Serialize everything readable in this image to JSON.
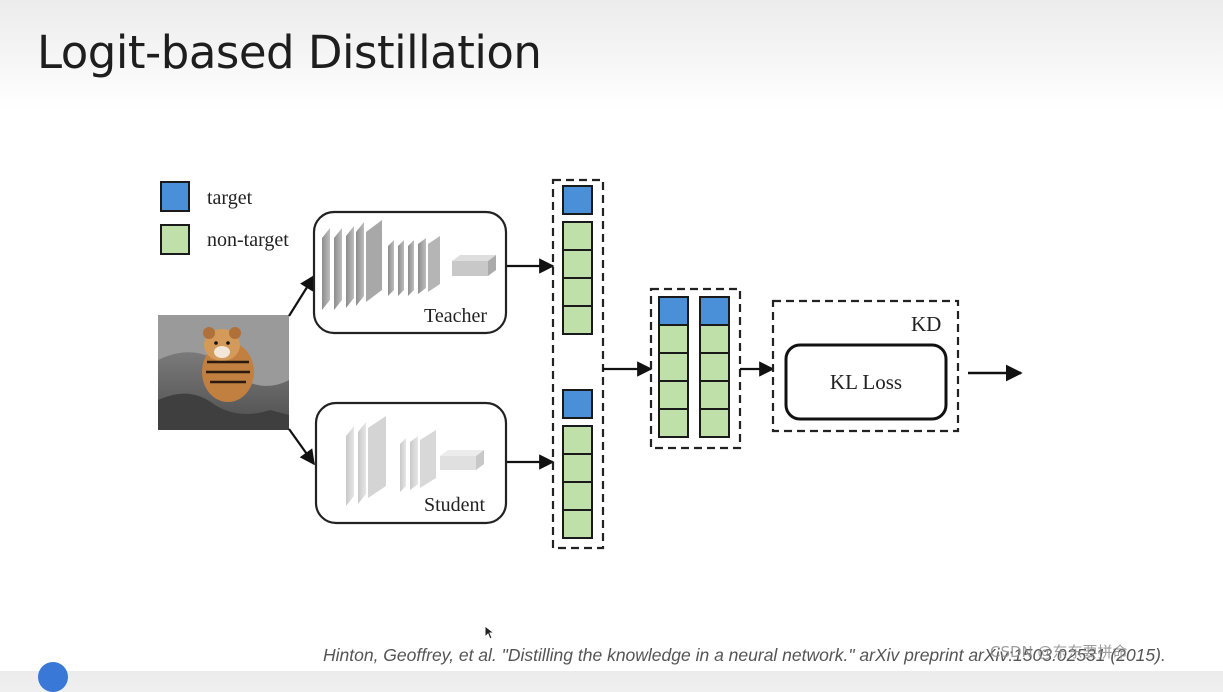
{
  "slide": {
    "title": "Logit-based Distillation",
    "citation": "Hinton, Geoffrey, et al. \"Distilling the knowledge in a neural network.\" arXiv preprint arXiv:1503.02531 (2015).",
    "watermark": "CSDN @东东要拼命"
  },
  "diagram": {
    "legend": {
      "target_label": "target",
      "non_target_label": "non-target"
    },
    "teacher_label": "Teacher",
    "student_label": "Student",
    "kd_label": "KD",
    "kl_loss_label": "KL Loss",
    "colors": {
      "target": "#4a90d9",
      "non_target": "#bfe0a8",
      "border": "#1a1a1a"
    },
    "logit_cells_per_column": 5,
    "target_cells_per_column": 1
  },
  "icons": [
    "tiger-photo",
    "arrow-icon",
    "mouse-cursor-icon"
  ]
}
